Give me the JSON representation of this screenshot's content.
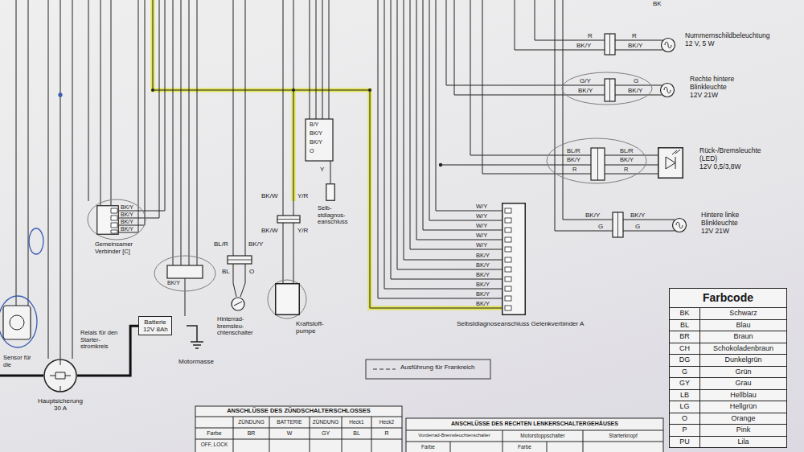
{
  "diagram": {
    "nodes": [
      {
        "text": [
          "Batterie",
          "12V 8Ah"
        ]
      },
      {
        "text": [
          "Hauptsicherung 30 A"
        ]
      },
      {
        "text": [
          "Kraftstoff- pumpe"
        ]
      },
      {
        "text": [
          "Selbstdiagnoseanschluss Gelenkverbinder A"
        ]
      },
      {
        "text": [
          "Selb- stdiagnos- eanschluss"
        ]
      },
      {
        "text": [
          "Gemeinsamer Verbinder [C]"
        ]
      },
      {
        "text": [
          "Hinterrad- bremsleu- chtenschalter"
        ]
      },
      {
        "text": [
          "Nummernschildbeleuchtung",
          "12 V, 5 W"
        ]
      },
      {
        "text": [
          "Rechte hintere Blinkleuchte",
          "12V 21W"
        ]
      },
      {
        "text": [
          "Rück-/Bremsleuchte (LED)",
          "12V 0,5/3,8W"
        ]
      },
      {
        "text": [
          "Hintere linke Blinkleuchte",
          "12V 21W"
        ]
      },
      {
        "text": [
          "Farbcode",
          "BK",
          "Schwarz",
          "BL",
          "Blau",
          "BR",
          "Braun",
          "CH",
          "Schokoladenbraun",
          "DG",
          "Dunkelgrün",
          "G",
          "Grün",
          "GY",
          "Grau",
          "LB",
          "Hellblau",
          "LG",
          "Hellgrün",
          "O",
          "Orange",
          "P",
          "Pink",
          "PU",
          "Lila"
        ]
      }
    ],
    "edges": [
      {
        "from": 0,
        "to": 1,
        "arrow": "none"
      }
    ],
    "labels": [
      "BK",
      "R",
      "BK/Y",
      "R",
      "BK/Y",
      "G/Y",
      "BK/Y",
      "G",
      "BK/Y",
      "BL/R",
      "BK/Y",
      "R",
      "BL/R",
      "BK/Y",
      "R",
      "BK/Y",
      "G",
      "BK/Y",
      "G",
      "B/Y",
      "BK/Y",
      "BK/Y",
      "O",
      "Y",
      "BK/W",
      "Y/R",
      "BK/W",
      "Y/R",
      "BL/R",
      "BK/Y",
      "BL",
      "O",
      "BK/Y",
      "BK/Y",
      "BK/Y",
      "BK/Y",
      "BK/Y",
      "Motormasse",
      "Relais für den Starter- stromkreis",
      "Sensor für die",
      "W/Y",
      "W/Y",
      "W/Y",
      "W/Y",
      "W/Y",
      "BK/Y",
      "BK/Y",
      "BK/Y",
      "BK/Y",
      "BK/Y",
      "BK/Y",
      "ANSCHLÜSSE DES ZÜNDSCHALTERSCHLOSSES",
      "ZÜNDUNG",
      "BATTERIE",
      "ZÜNDUNG",
      "Heck1",
      "Heck2",
      "Farbe",
      "BR",
      "W",
      "GY",
      "BL",
      "R",
      "OFF, LOCK",
      "ANSCHLÜSSE DES RECHTEN LENKERSCHALTERGEHÄUSES",
      "Vorderrad-Bremsleuchtenschalter",
      "Motorstoppschalter",
      "Starterknopf",
      "Farbe",
      "Farbe"
    ],
    "legend": [
      {
        "text": "Ausführung für Frankreich"
      }
    ]
  }
}
